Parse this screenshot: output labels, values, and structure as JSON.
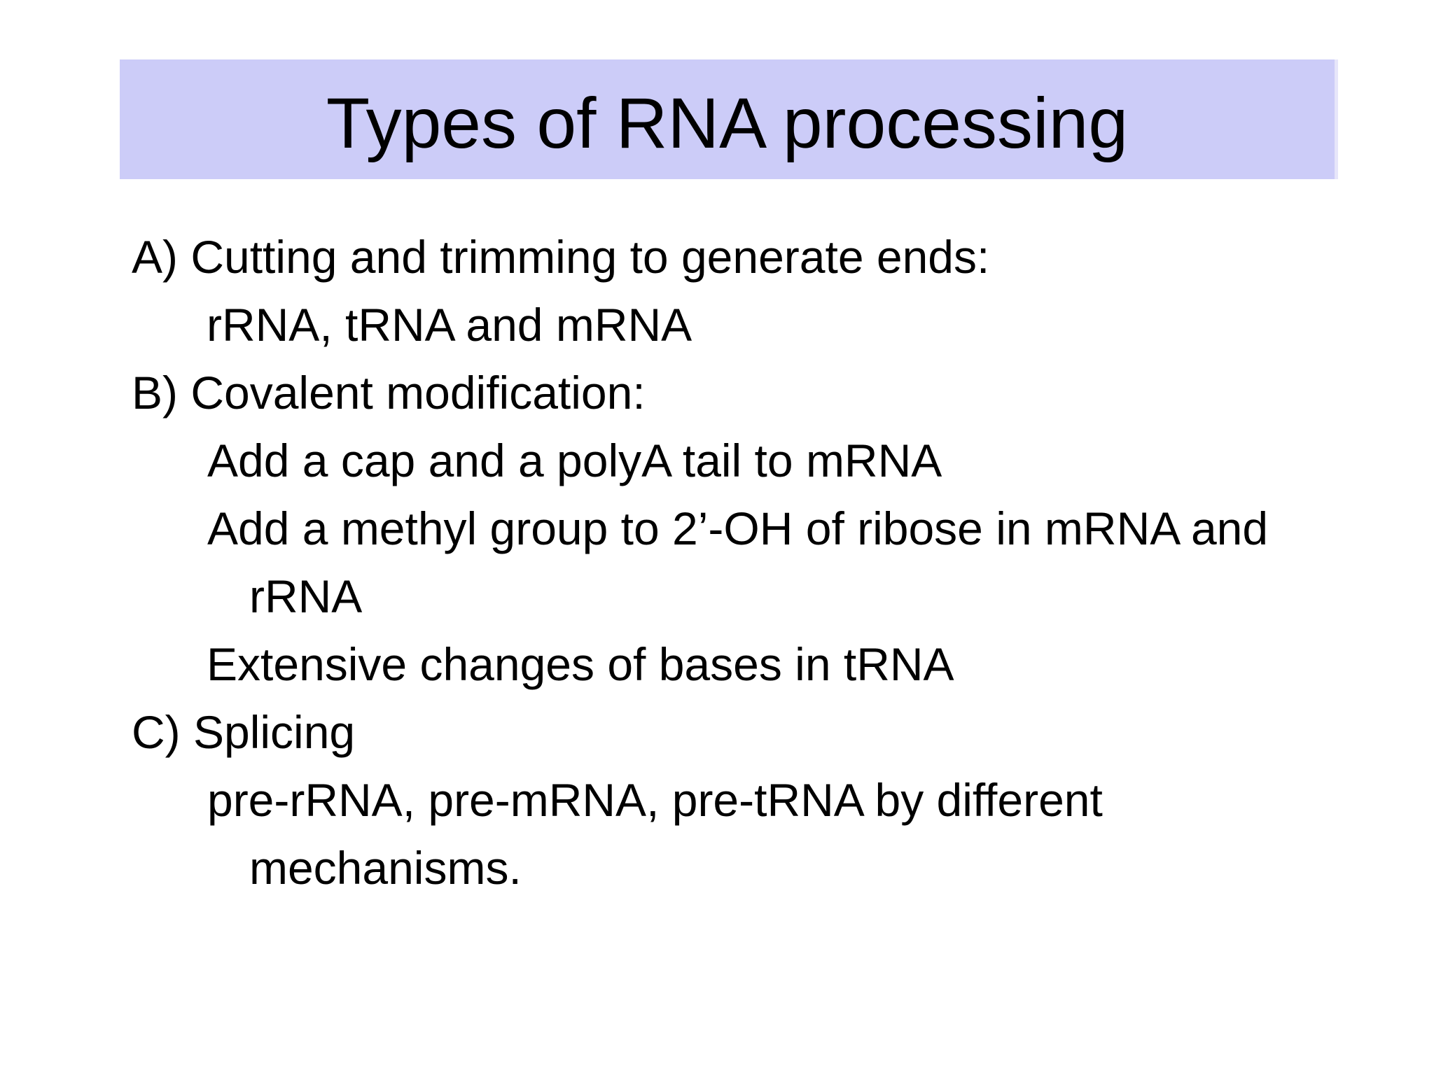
{
  "slide": {
    "title": "Types of RNA processing",
    "colors": {
      "banner_bg": "#ccccf8",
      "banner_edge": "#e7e6fa",
      "text": "#000000",
      "background": "#ffffff"
    },
    "body_lines": [
      "A) Cutting and trimming to generate ends:",
      "rRNA, tRNA and mRNA",
      "B) Covalent modification:",
      "Add a cap and a polyA tail to mRNA",
      "Add a methyl group to 2’-OH of ribose in mRNA and",
      "rRNA",
      "Extensive changes of bases in tRNA",
      "C) Splicing",
      "pre-rRNA, pre-mRNA, pre-tRNA by different",
      "mechanisms."
    ],
    "outline": [
      {
        "label": "A) Cutting and trimming to generate ends:",
        "sub_items": [
          "rRNA, tRNA and mRNA"
        ]
      },
      {
        "label": "B) Covalent modification:",
        "sub_items": [
          "Add a cap and a polyA tail to mRNA",
          "Add a methyl group to 2’-OH of ribose in mRNA and rRNA",
          "Extensive changes of bases in tRNA"
        ]
      },
      {
        "label": "C) Splicing",
        "sub_items": [
          "pre-rRNA, pre-mRNA, pre-tRNA by different mechanisms."
        ]
      }
    ]
  }
}
